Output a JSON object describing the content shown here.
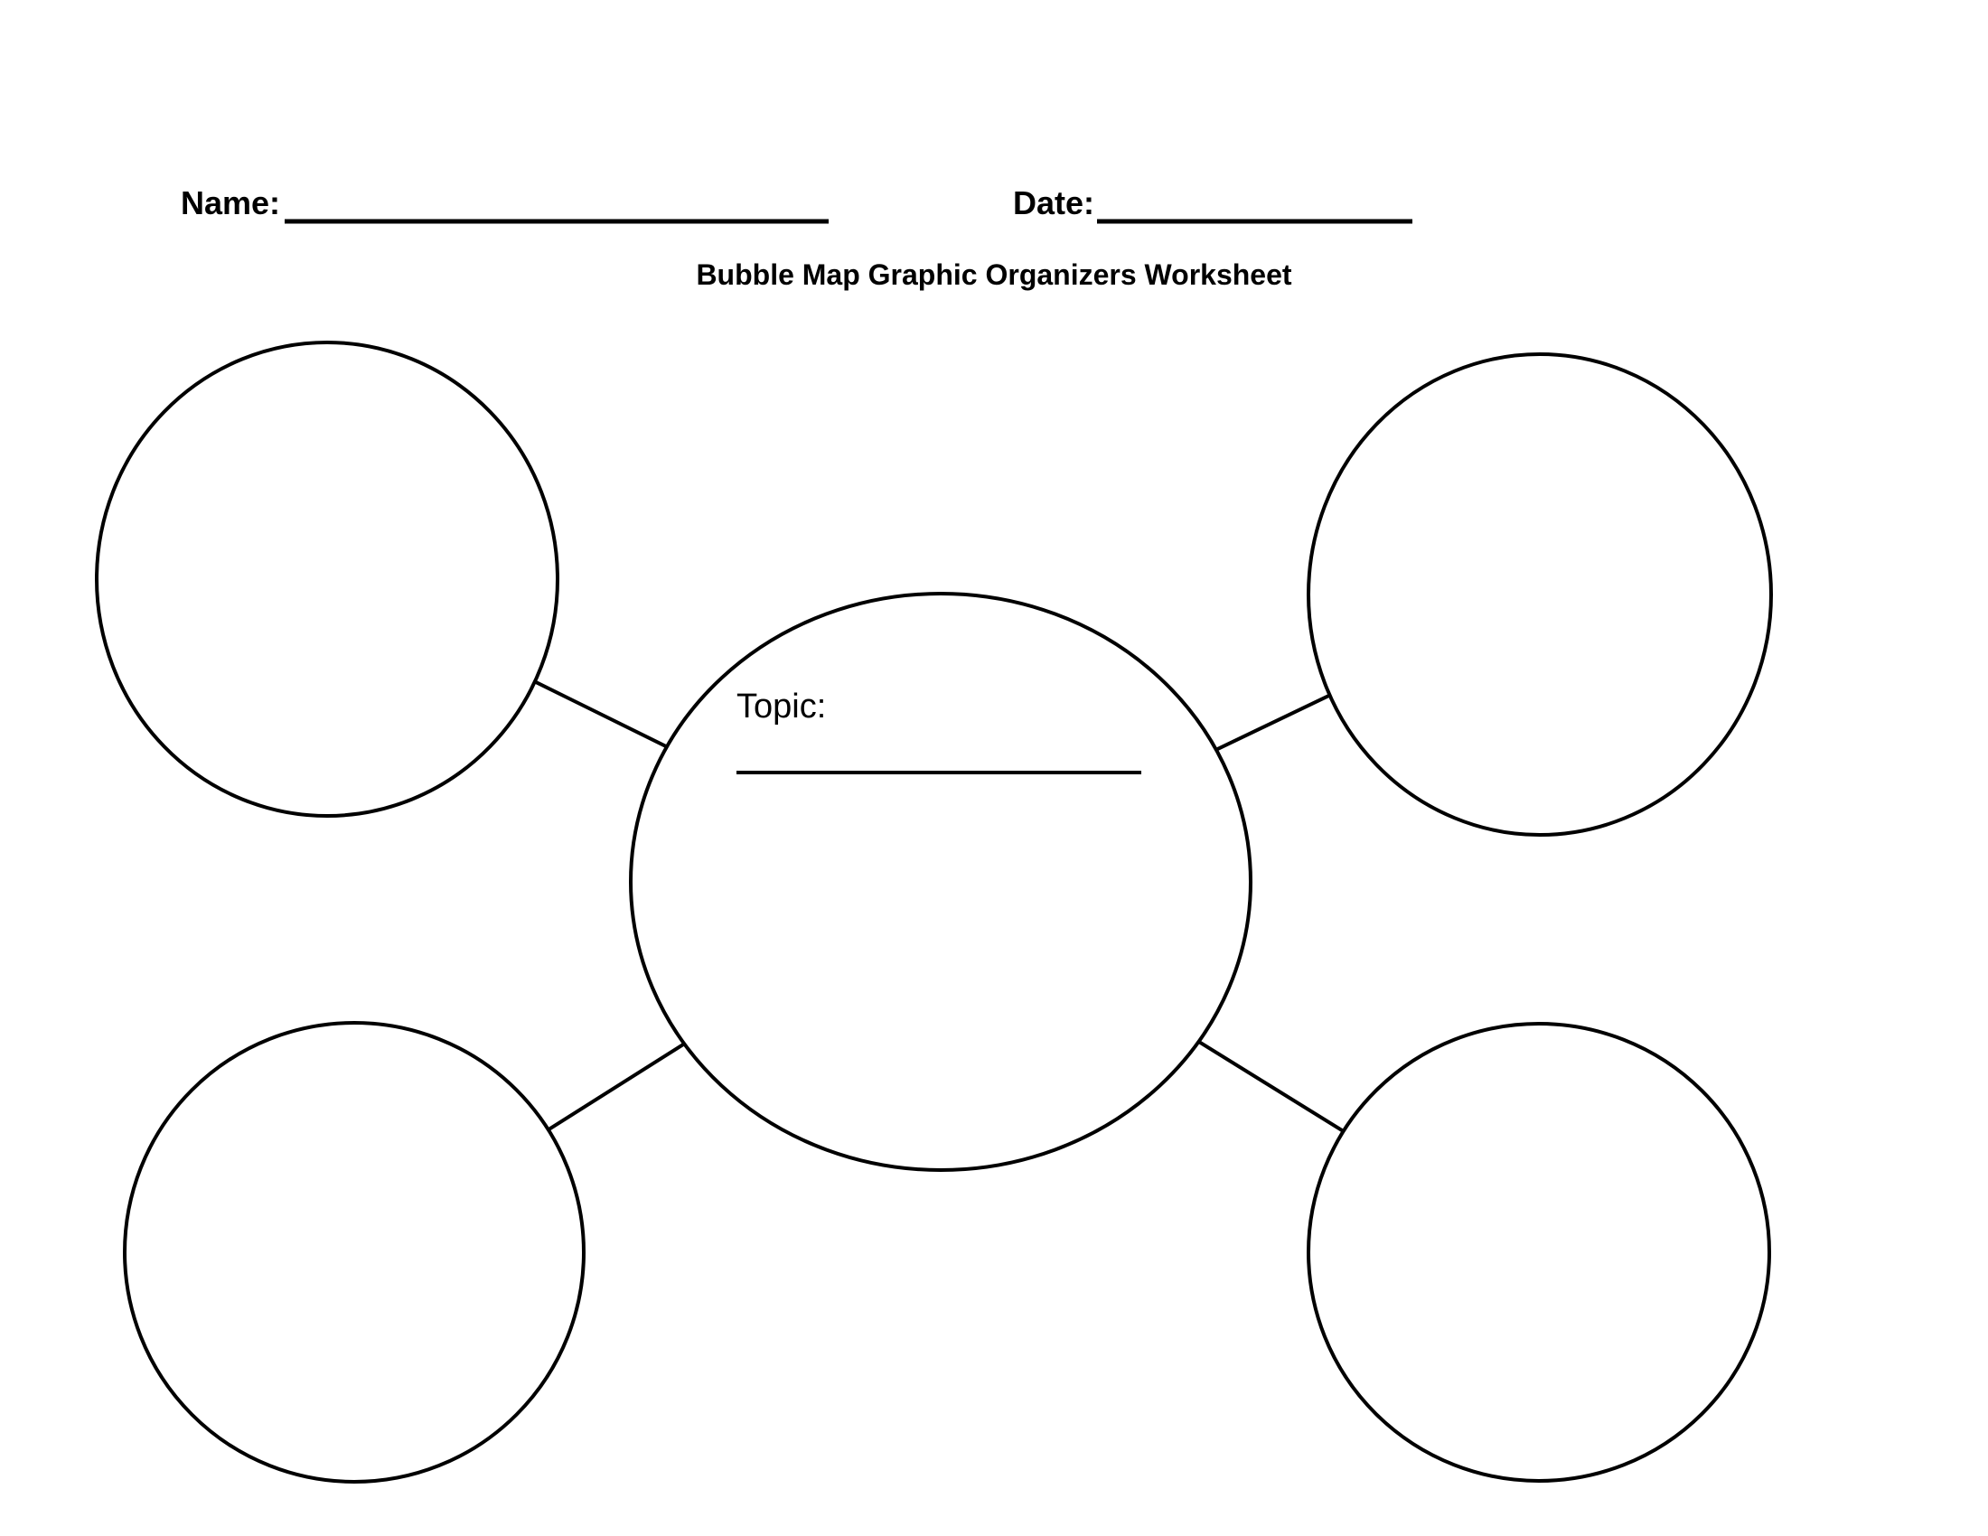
{
  "page": {
    "background": "#ffffff",
    "ink_color": "#000000",
    "title": "Bubble Map Graphic Organizers Worksheet"
  },
  "header": {
    "name_label": "Name:",
    "date_label": "Date:"
  },
  "diagram": {
    "center_bubble_label": "Topic:",
    "outer_bubbles": [
      "top-left",
      "top-right",
      "bottom-left",
      "bottom-right"
    ]
  }
}
